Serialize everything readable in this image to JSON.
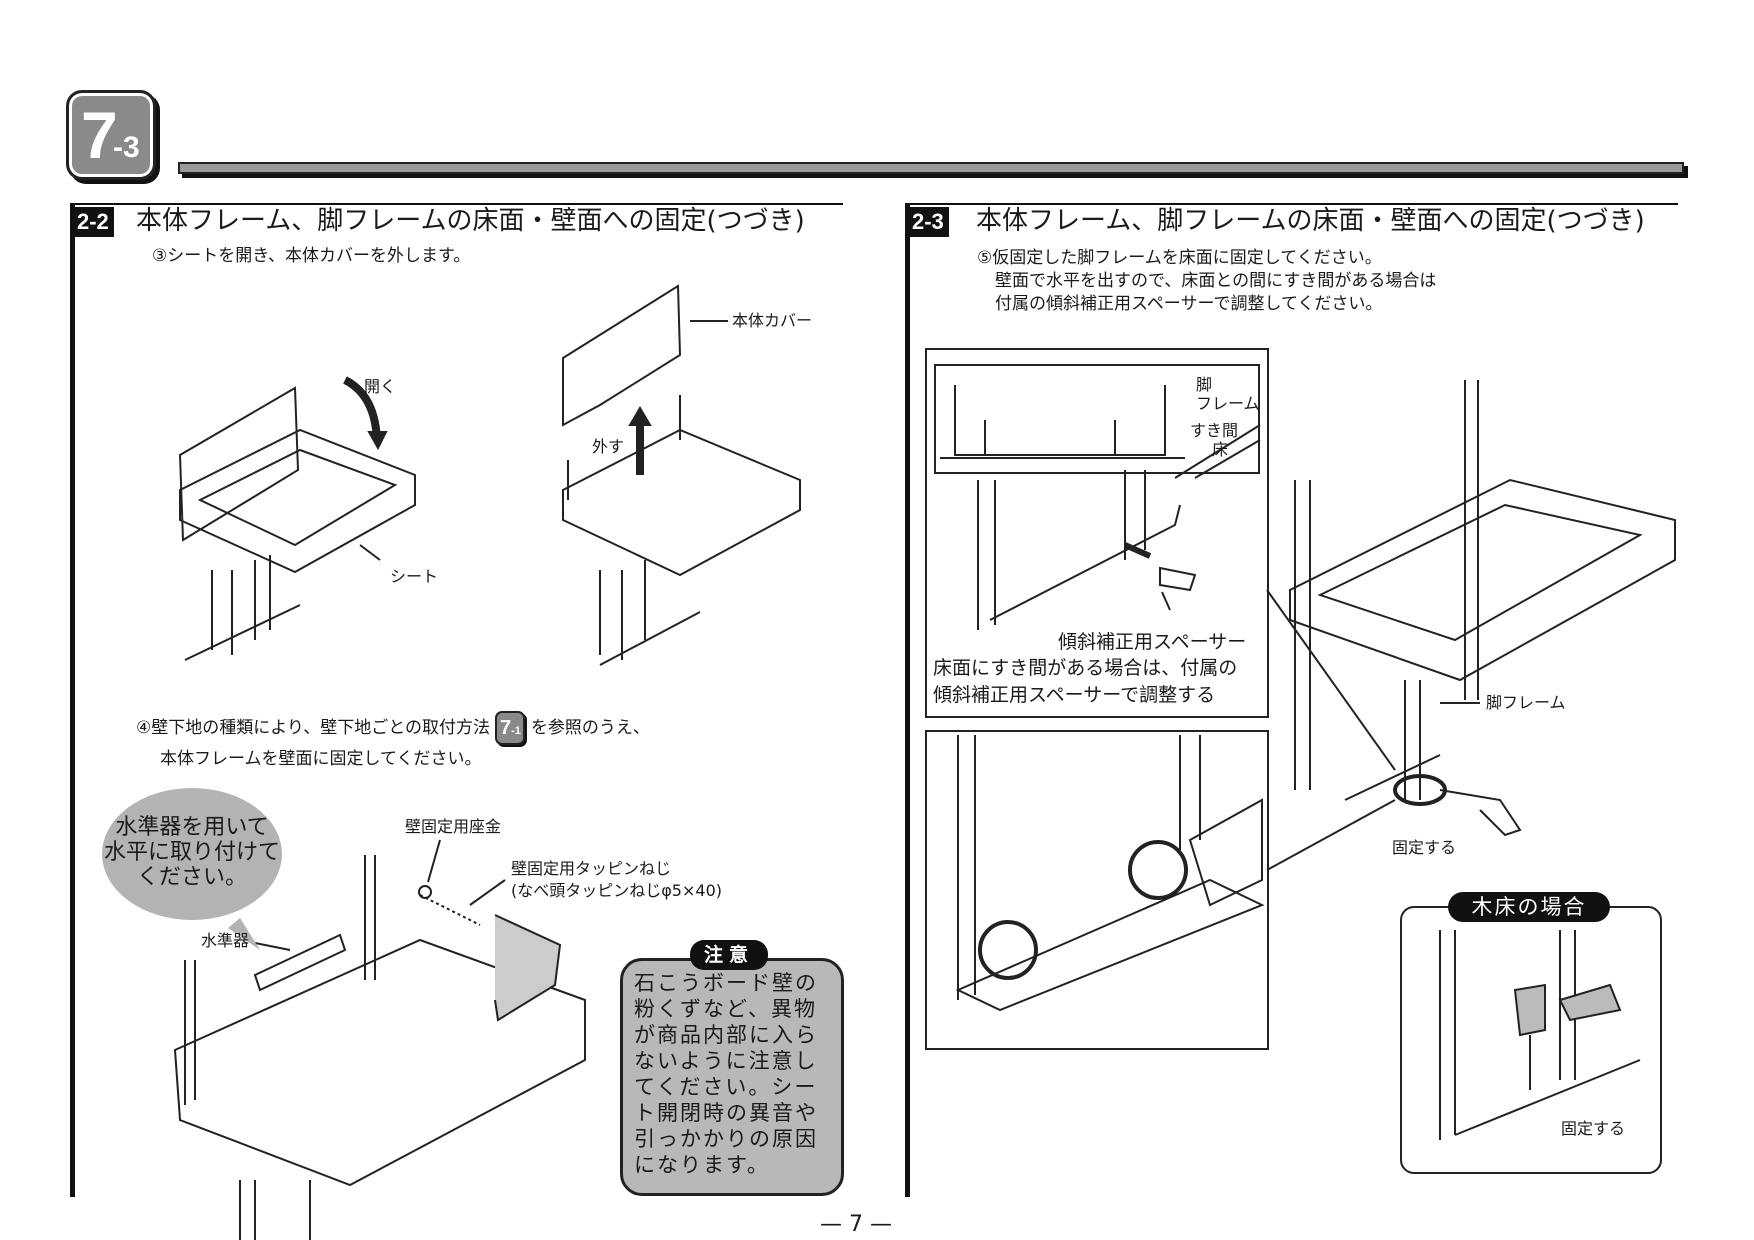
{
  "chapter_badge": {
    "number": "7",
    "sub": "-3"
  },
  "left_section": {
    "number": "2-2",
    "title": "本体フレーム、脚フレームの床面・壁面への固定(つづき)",
    "step3": "③シートを開き、本体カバーを外します。",
    "labels": {
      "cover": "本体カバー",
      "open": "開く",
      "remove": "外す",
      "seat": "シート"
    },
    "step4_pre": "④壁下地の種類により、壁下地ごとの取付方法",
    "step4_ref": {
      "number": "7",
      "sub": "-1"
    },
    "step4_post": "を参照のうえ、",
    "step4_line2": "本体フレームを壁面に固定してください。",
    "bubble": [
      "水準器を用いて",
      "水平に取り付けて",
      "ください。"
    ],
    "labels2": {
      "washer": "壁固定用座金",
      "screw": "壁固定用タッピンねじ",
      "screw_spec": "(なべ頭タッピンねじφ5×40)",
      "level": "水準器"
    },
    "caution": {
      "title": "注意",
      "text": "石こうボード壁の粉くずなど、異物が商品内部に入らないように注意してください。シート開閉時の異音や引っかかりの原因になります。"
    }
  },
  "right_section": {
    "number": "2-3",
    "title": "本体フレーム、脚フレームの床面・壁面への固定(つづき)",
    "step5": [
      "⑤仮固定した脚フレームを床面に固定してください。",
      "壁面で水平を出すので、床面との間にすき間がある場合は",
      "付属の傾斜補正用スペーサーで調整してください。"
    ],
    "inset_labels": {
      "leg": "脚",
      "frame": "フレーム",
      "gap": "すき間",
      "floor": "床",
      "spacer": "傾斜補正用スペーサー"
    },
    "inset_note": [
      "床面にすき間がある場合は、付属の",
      "傾斜補正用スペーサーで調整する"
    ],
    "leg_frame": "脚フレーム",
    "fix": "固定する",
    "wood_floor": {
      "title": "木床の場合",
      "fix": "固定する"
    }
  },
  "page_number": "7"
}
